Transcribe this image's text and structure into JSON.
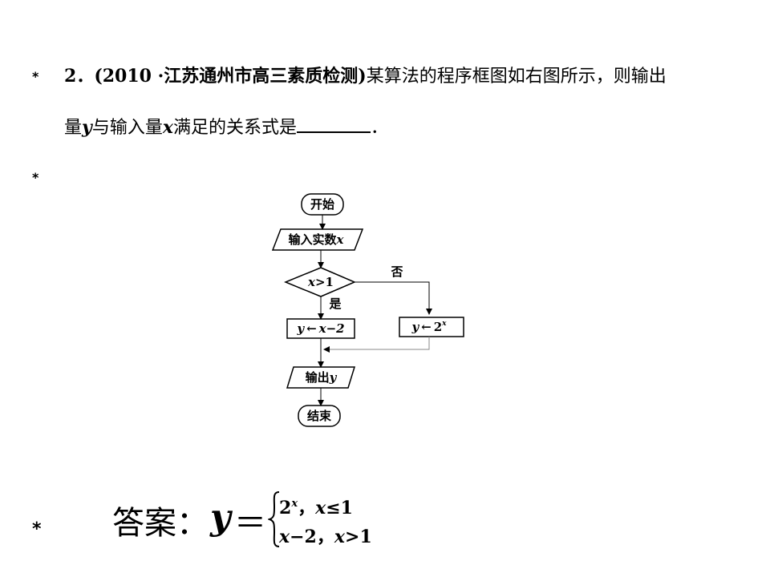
{
  "question": {
    "bullet": "*",
    "number": "2．",
    "source": "(2010 ·江苏通州市高三素质检测)",
    "line1_rest": "某算法的程序框图如右图所示，则输出",
    "line2_a": "量",
    "var_y": "y",
    "line2_b": "与输入量",
    "var_x": "x",
    "line2_c": "满足的关系式是",
    "line2_end": "．"
  },
  "bullet2": "*",
  "flowchart": {
    "start": "开始",
    "input_label": "输入实数",
    "input_var": "x",
    "cond_var": "x",
    "cond_op": ">1",
    "no_label": "否",
    "yes_label": "是",
    "left_y": "y",
    "left_arrow": "←",
    "left_expr": "x−2",
    "right_y": "y",
    "right_arrow": "←",
    "right_base": "2",
    "right_exp": "x",
    "output_label": "输出",
    "output_var": "y",
    "end": "结束"
  },
  "answer": {
    "bullet": "*",
    "label": "答案：",
    "y": "y",
    "eq": "＝",
    "case1_base": "2",
    "case1_exp": "x",
    "case1_sep": "，",
    "case1_cond_var": "x",
    "case1_cond": "≤1",
    "case2_var": "x",
    "case2_expr": "−2",
    "case2_sep": "，",
    "case2_cond_var": "x",
    "case2_cond": ">1"
  }
}
